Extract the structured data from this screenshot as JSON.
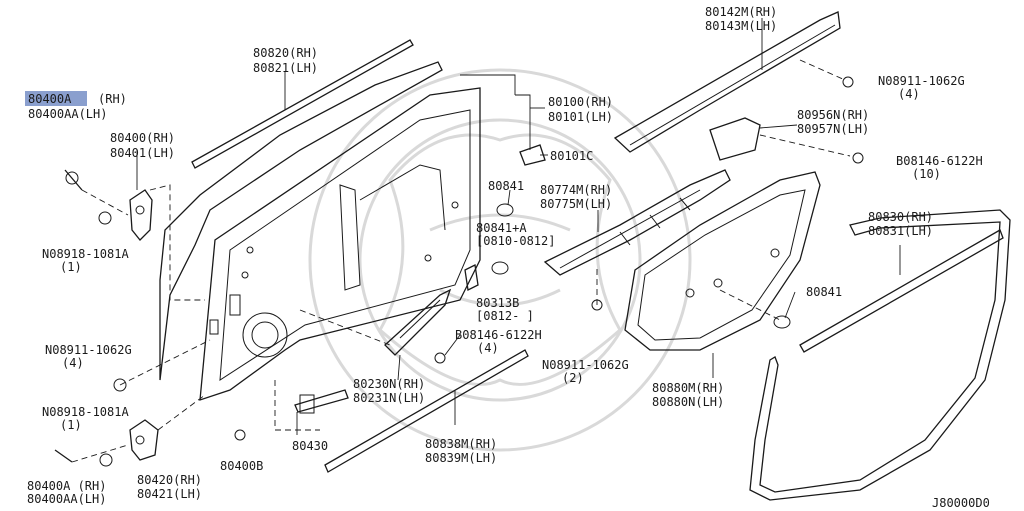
{
  "labels": {
    "p80400A_rh": "80400A",
    "p80400A_rh_side": "(RH)",
    "p80400AA_lh": "80400AA(LH)",
    "p80400_rh": "80400(RH)",
    "p80401_lh": "80401(LH)",
    "n08918_top": "N08918-1081A",
    "n08918_top_qty": "(1)",
    "p80820_rh": "80820(RH)",
    "p80821_lh": "80821(LH)",
    "p80100_rh": "80100(RH)",
    "p80101_lh": "80101(LH)",
    "p80101C": "80101C",
    "p80142M_rh": "80142M(RH)",
    "p80143M_lh": "80143M(LH)",
    "n08911_right": "N08911-1062G",
    "n08911_right_qty": "(4)",
    "p80956N_rh": "80956N(RH)",
    "p80957N_lh": "80957N(LH)",
    "b08146_right": "B08146-6122H",
    "b08146_right_qty": "(10)",
    "p80841_top": "80841",
    "p80774M_rh": "80774M(RH)",
    "p80775M_lh": "80775M(LH)",
    "p80841A": "80841+A",
    "p80841A_date": "[0810-0812]",
    "p80313B": "80313B",
    "p80313B_date": "[0812-     ]",
    "b08146_mid": "B08146-6122H",
    "b08146_mid_qty": "(4)",
    "n08911_left": "N08911-1062G",
    "n08911_left_qty": "(4)",
    "n08918_bottom": "N08918-1081A",
    "n08918_bottom_qty": "(1)",
    "p80230N_rh": "80230N(RH)",
    "p80231N_lh": "80231N(LH)",
    "n08911_mid": "N08911-1062G",
    "n08911_mid_qty": "(2)",
    "p80830_rh": "80830(RH)",
    "p80831_lh": "80831(LH)",
    "p80841_right": "80841",
    "p80880M_rh": "80880M(RH)",
    "p80880N_lh": "80880N(LH)",
    "p80400A_bottom": "80400A (RH)",
    "p80400AA_bottom": "80400AA(LH)",
    "p80420_rh": "80420(RH)",
    "p80421_lh": "80421(LH)",
    "p80400B": "80400B",
    "p80430": "80430",
    "p80838M_rh": "80838M(RH)",
    "p80839M_lh": "80839M(LH)",
    "diagram_code": "J80000D0"
  },
  "colors": {
    "line": "#1a1a1a",
    "highlight": "#8a9fce",
    "watermark": "#d9d9d9",
    "background": "#ffffff"
  }
}
